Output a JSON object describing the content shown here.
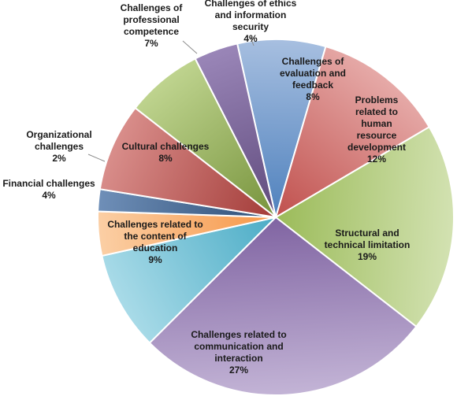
{
  "chart_data": {
    "type": "pie",
    "title": "",
    "slices": [
      {
        "label": "Challenges of evaluation and feedback",
        "label_lines": [
          "Challenges of",
          "evaluation and",
          "feedback",
          "8%"
        ],
        "value": 8,
        "display": "8%",
        "color": "#4f81bd",
        "color_light": "#a7bfe0"
      },
      {
        "label": "Problems related to human resource development",
        "label_lines": [
          "Problems",
          "related to",
          "human",
          "resource",
          "development",
          "12%"
        ],
        "value": 12,
        "display": "12%",
        "color": "#c0504d",
        "color_light": "#e6aaa8"
      },
      {
        "label": "Structural and technical limitation",
        "label_lines": [
          "Structural and",
          "technical limitation",
          "19%"
        ],
        "value": 19,
        "display": "19%",
        "color": "#9bbb59",
        "color_light": "#d3e2b2"
      },
      {
        "label": "Challenges related to communication and interaction",
        "label_lines": [
          "Challenges related to",
          "communication and",
          "interaction",
          "27%"
        ],
        "value": 27,
        "display": "27%",
        "color": "#8064a2",
        "color_light": "#c3b4d6"
      },
      {
        "label": "Challenges related to the content of education",
        "label_lines": [
          "Challenges related to",
          "the content of",
          "education",
          "9%"
        ],
        "value": 9,
        "display": "9%",
        "color": "#4bacc6",
        "color_light": "#a9dbe8"
      },
      {
        "label": "Financial challenges",
        "label_lines": [
          "Financial challenges",
          "4%"
        ],
        "value": 4,
        "display": "4%",
        "color": "#f79646",
        "color_light": "#fbcfa5"
      },
      {
        "label": "Organizational challenges",
        "label_lines": [
          "Organizational",
          "challenges",
          "2%"
        ],
        "value": 2,
        "display": "2%",
        "color": "#2c4d75",
        "color_light": "#6f8fb8"
      },
      {
        "label": "Cultural challenges",
        "label_lines": [
          "Cultural challenges",
          "8%"
        ],
        "value": 8,
        "display": "8%",
        "color": "#a33b38",
        "color_light": "#d98e8b"
      },
      {
        "label": "Challenges of professional competence",
        "label_lines": [
          "Challenges of",
          "professional",
          "competence",
          "7%"
        ],
        "value": 7,
        "display": "7%",
        "color": "#77933c",
        "color_light": "#bfd48f"
      },
      {
        "label": "Challenges of ethics and information security",
        "label_lines": [
          "Challenges of ethics",
          "and information",
          "security",
          "4%"
        ],
        "value": 4,
        "display": "4%",
        "color": "#5f4a7c",
        "color_light": "#9a86b8"
      }
    ]
  }
}
